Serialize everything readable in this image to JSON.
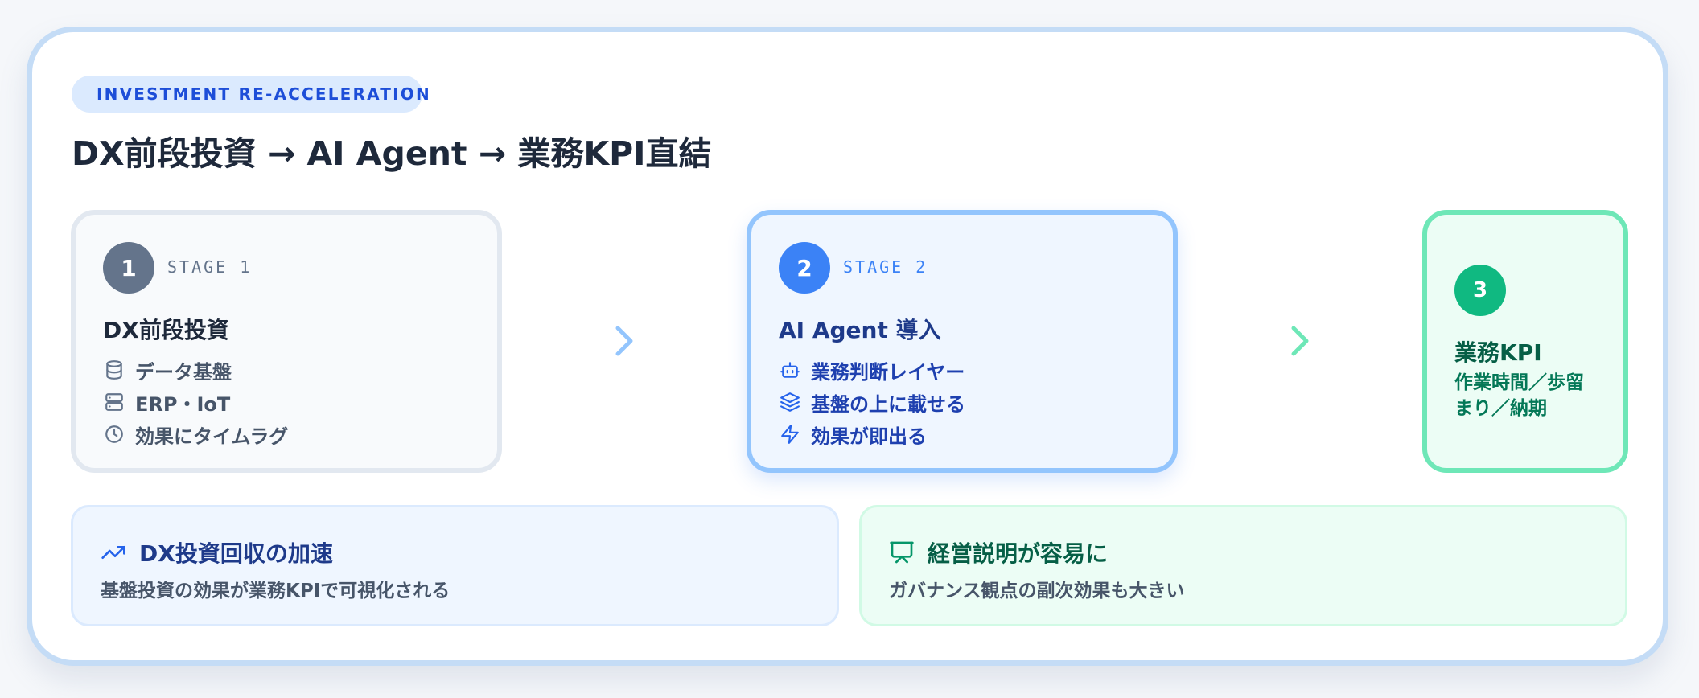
{
  "badge": "INVESTMENT RE-ACCELERATION",
  "title": "DX前段投資 → AI Agent → 業務KPI直結",
  "stages": [
    {
      "number": "1",
      "label": "STAGE 1",
      "title": "DX前段投資",
      "items": [
        {
          "icon": "database-icon",
          "text": "データ基盤"
        },
        {
          "icon": "server-icon",
          "text": "ERP・IoT"
        },
        {
          "icon": "clock-icon",
          "text": "効果にタイムラグ"
        }
      ]
    },
    {
      "number": "2",
      "label": "STAGE 2",
      "title": "AI Agent 導入",
      "items": [
        {
          "icon": "bot-icon",
          "text": "業務判断レイヤー"
        },
        {
          "icon": "layers-icon",
          "text": "基盤の上に載せる"
        },
        {
          "icon": "zap-icon",
          "text": "効果が即出る"
        }
      ]
    },
    {
      "number": "3",
      "title": "業務KPI",
      "description": "作業時間／歩留まり／納期"
    }
  ],
  "benefits": [
    {
      "icon": "trending-up-icon",
      "title": "DX投資回収の加速",
      "description": "基盤投資の効果が業務KPIで可視化される"
    },
    {
      "icon": "presentation-icon",
      "title": "経営説明が容易に",
      "description": "ガバナンス観点の副次効果も大きい"
    }
  ],
  "colors": {
    "stage1": "#64748b",
    "stage2": "#3b82f6",
    "stage3": "#10b981",
    "badge_text": "#1d4ed8"
  }
}
